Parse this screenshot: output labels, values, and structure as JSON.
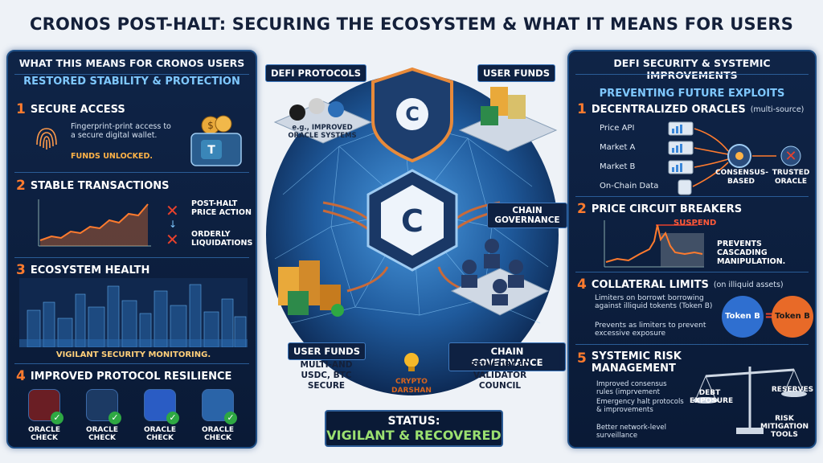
{
  "title": "CRONOS POST-HALT: SECURING THE ECOSYSTEM & WHAT IT MEANS FOR USERS",
  "left": {
    "title": "WHAT THIS MEANS FOR CRONOS USERS",
    "subtitle": "RESTORED STABILITY & PROTECTION",
    "s1": {
      "num": "1",
      "title": "SECURE ACCESS",
      "desc": "Fingerprint-print access to a secure digital wallet.",
      "badge": "FUNDS UNLOCKED."
    },
    "s2": {
      "num": "2",
      "title": "STABLE TRANSACTIONS",
      "item1": "POST-HALT PRICE ACTION",
      "item2": "ORDERLY LIQUIDATIONS"
    },
    "s3": {
      "num": "3",
      "title": "ECOSYSTEM HEALTH",
      "caption": "VIGILANT SECURITY MONITORING."
    },
    "s4": {
      "num": "4",
      "title": "IMPROVED PROTOCOL RESILIENCE",
      "checks": [
        "ORACLE CHECK",
        "ORACLE CHECK",
        "ORACLE CHECK",
        "ORACLE CHECK"
      ]
    }
  },
  "center": {
    "defi_label": "DEFI PROTOCOLS",
    "funds_label_top": "USER FUNDS",
    "oracle_text": "e.g., IMPROVED ORACLE SYSTEMS",
    "chain_gov_label": "CHAIN GOVERNANCE",
    "funds_label_bottom": "USER FUNDS",
    "funds_desc": "MULTI-AND USDC, BTC SECURE",
    "gov_label_bottom": "CHAIN GOVERNANCE",
    "gov_desc": "REINFORCED VALIDATOR COUNCIL",
    "brand": "CRYPTO DARSHAN",
    "status_label": "STATUS:",
    "status_value": "VIGILANT & RECOVERED"
  },
  "right": {
    "title": "DEFI SECURITY & SYSTEMIC IMPROVEMENTS",
    "subtitle": "PREVENTING FUTURE EXPLOITS",
    "s1": {
      "num": "1",
      "title": "DECENTRALIZED ORACLES",
      "note": "(multi-source)",
      "sources": [
        "Price API",
        "Market A",
        "Market B",
        "On-Chain Data"
      ],
      "consensus": "CONSENSUS-BASED",
      "trusted": "TRUSTED ORACLE"
    },
    "s2": {
      "num": "2",
      "title": "PRICE CIRCUIT BREAKERS",
      "suspend": "SUSPEND",
      "desc": "PREVENTS CASCADING MANIPULATION."
    },
    "s4": {
      "num": "4",
      "title": "COLLATERAL LIMITS",
      "note": "(on illiquid assets)",
      "b1": "Limiters on borrowt borrowing against illiquid tokents (Token B)",
      "b2": "Prevents as limiters to prevent excessive exposure",
      "tokenA": "Token B",
      "tokenB": "Token B"
    },
    "s5": {
      "num": "5",
      "title": "SYSTEMIC RISK MANAGEMENT",
      "b1": "Improved consensus rules (imprvement",
      "b2": "Emergency halt protocols & improvements",
      "b3": "Better network-level surveillance",
      "debt": "DEBT EXPOSURE",
      "reserves": "RESERVES",
      "tools": "RISK MITIGATION TOOLS"
    }
  },
  "colors": {
    "accent": "#ff7b2e",
    "highlight": "#7fc8ff",
    "good": "#9be070",
    "danger": "#e8412c",
    "navy": "#0f2447"
  }
}
